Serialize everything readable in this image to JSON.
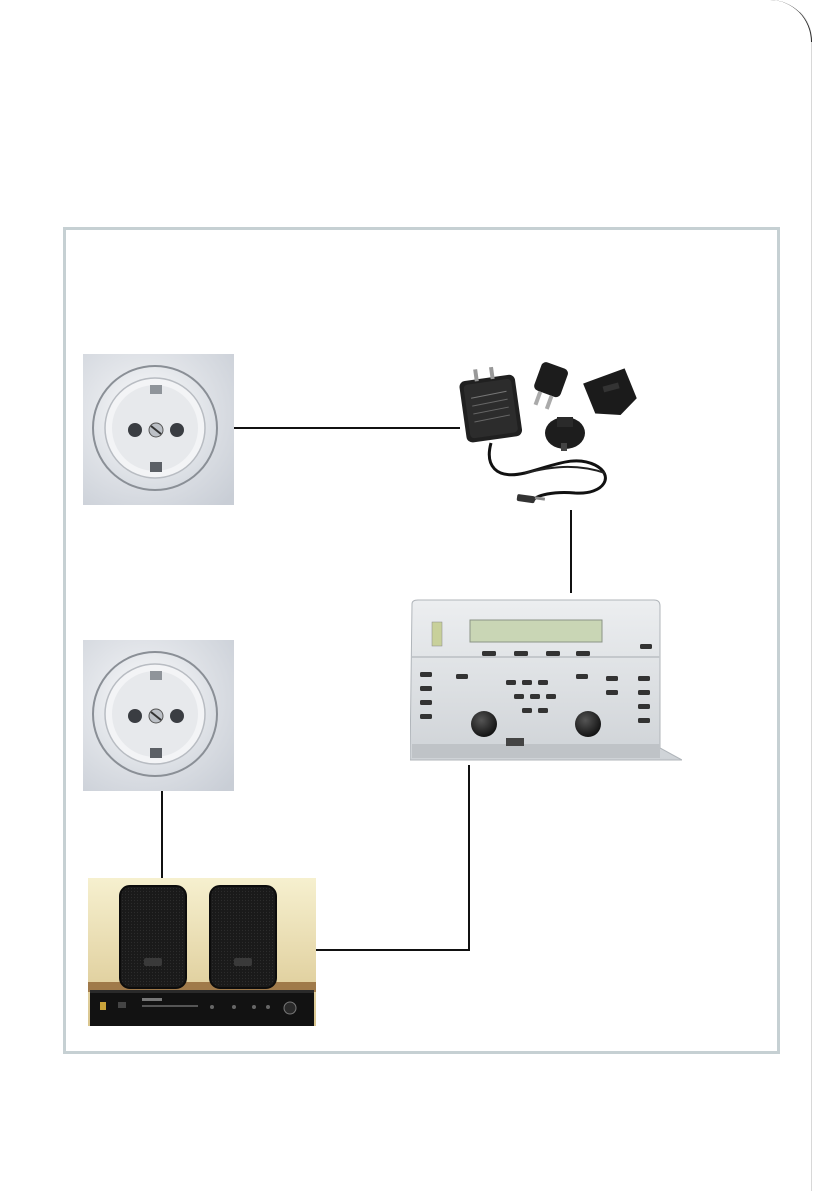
{
  "diagram": {
    "title": "",
    "components": [
      {
        "id": "socket-1",
        "kind": "wall-socket"
      },
      {
        "id": "power-adapter",
        "kind": "ac-adapter-with-plug-set"
      },
      {
        "id": "audiometer",
        "kind": "audiometer-console"
      },
      {
        "id": "socket-2",
        "kind": "wall-socket"
      },
      {
        "id": "amp-speakers",
        "kind": "amplifier-and-speakers"
      }
    ],
    "connections": [
      {
        "from": "socket-1",
        "to": "power-adapter"
      },
      {
        "from": "power-adapter",
        "to": "audiometer"
      },
      {
        "from": "socket-2",
        "to": "amp-speakers"
      },
      {
        "from": "amp-speakers",
        "to": "audiometer"
      }
    ]
  },
  "colors": {
    "frame_border": "#c6d0d3",
    "wire": "#111111",
    "socket_face": "#eceff2",
    "audiometer_body": "#e3e6e8",
    "speaker": "#1a1a1a"
  }
}
